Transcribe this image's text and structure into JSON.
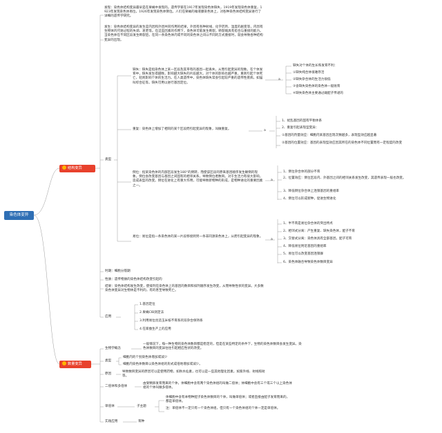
{
  "root": {
    "label": "染色体变异"
  },
  "branch1": {
    "label": "结构变异",
    "discovery1": "发现：染色体结构变异最早是在果蝇中发现的。遗传学家在1917年发现染色体缺失，1919年发现染色体重复，1923年发现染色体易位，1926年发现染色体倒位。人们在果蝇的唾液腺染色体上，对各种染色体结构变异进行了详细的遗传学研究。",
    "discovery2": "发生：染色体结构变异的发生是内因和外因共同作用的结果，外因有各种射线、化学药剂、温度的剧变等，内因有生物体内代谢过程的失调、衰老等。在这些因素的作用下，染色体可能发生断裂，断裂端具有愈合与重接的能力。当染色体在不同区段发生断裂后，在同一条染色体内或不同的染色体之间以不同的方式重接时，就会导致各种结构变异的出现。",
    "type_label": "类型",
    "deletion": {
      "text": "缺失：缺失是指染色体上某一区段及其带有的基因一起丢失，从而引起变异的现象。在个体发育中，缺失发生得越晚，影响越大缺失的片段越大。对个体的影响也越严重，重则引起个体死亡，轻则影响个体的生活力。在人类遗传中，染色体缺失常会引起较严重的遗传性疾病，如猫叫综合征等。缺失可用以进行基因定位。",
      "marker": "a",
      "items": [
        "缺失对个体的生长和发育不利：",
        "①缺失纯合体很难存活",
        "②缺失杂合体的生活力很低",
        "③含缺失染色体的染色体一般败育",
        "④缺失染色体主要通过雌配子传递的"
      ]
    },
    "duplication": {
      "text": "重复：染色体上增加了相同的某个区段而引起变异的现象，叫做重复。",
      "marker": "a",
      "items": [
        "1、扰乱基因的固有平衡体系",
        "2、重复引起表现型变异：",
        "①基因的剂量效应：细胞内某基因出现次数越多，表现型效应越显著",
        "②基因的位置效应：基因的表现型效应因其所在的染色体不同位置而有一定程度的改变"
      ]
    },
    "inversion": {
      "text": "倒位：指某染色体的内部区段发生180°的倒转，而使该区段的原来基因顺序发生颠倒的现象。倒位会改变基因与基因之间固有的相邻关系，导致倒位者数目。对于生活力有很大影响，造成表型的改变。倒位在进化上有重大作用，可能导致新物种的形成，是物种进化的重要因素之一。",
      "marker": "a",
      "items": [
        "1、倒位杂合体的部分不育",
        "2、位置效应：倒位区段内、外基因之间的相邻关系发生改变，其遗传表现一般也改变。",
        "3、降低倒位杂合体上连锁基因的重组率",
        "4、倒位可以形成新种，促进生物进化"
      ]
    },
    "translocation": {
      "text": "易位：易位是指一条染色体的某一片段移接到另一条非同源染色体上，从而引起变异的现象。",
      "marker": "a",
      "items": [
        "1、半不育是易位杂合体的突出特点",
        "2、相邻式分离：产生重复、缺失染色体，配子不育",
        "3、交替式分离：染色体具有全部基因，配子可育",
        "4、降低易位附近基因的重组率",
        "5、易位可以改变基因连锁群",
        "6、染色体融合导致染色体数目变异"
      ]
    },
    "time": "时期：细胞分裂期",
    "nature": "性质：遗传物质的染色体结构改变引起的",
    "result": "结果：染色体结构发生改变，使排列在染色体上的基因的数目和排列顺序发生改变，从而导致性状的变异。大多数染色体变异对生物体是不利的，有的甚至导致死亡。",
    "application_label": "应用",
    "applications": [
      "1.基因定位",
      "2.果蝇CIB测定法",
      "3.利用易位创造玉米核不育系的双杂合保持系",
      "4.在家蚕生产上的应用"
    ]
  },
  "branch2": {
    "label": "数量变异",
    "meaning_label": "生物学概念",
    "meaning": "一般情况下，每一种生物的染色体数目都是稳定的，但是在某些特定的条件下，生物的染色体数目会发生变异。染色体数目的变异往往引起相应性状的改变。",
    "type_label": "类型",
    "types": [
      "细胞内的个别染色体增加或减少",
      "细胞内染色体数目以染色体组的形式成倍地增加或减少。"
    ],
    "cause_label": "原因",
    "cause": "导致数目变异的原因可以是使用药物，如秋水仙素，也可以是一些其他理化因素，如紫外线、射线照射等。",
    "haploid_label": "二倍体和多倍体",
    "haploid": "由受精卵发育而来的个体，体细胞中含有两个染色体组的叫做二倍体；体细胞中含有三个或三个以上染色体组的个体叫做多倍体。",
    "single_label": "单倍体",
    "single_sub": "子主题",
    "single_notes": [
      "体细胞中含有本物种配子染色体数目的个体，叫做单倍体；或者直接由配子发育而来的，都是单倍体。",
      "注：单倍体不一定只有一个染色体组，但只有一个染色体组的个体一定是单倍体。"
    ],
    "practice_label": "实践应用",
    "practice": "育种"
  },
  "colors": {
    "root": "#2f6fb5",
    "branch": "#e8412c",
    "branch_icon": "#ffb400",
    "line": "#999999"
  }
}
